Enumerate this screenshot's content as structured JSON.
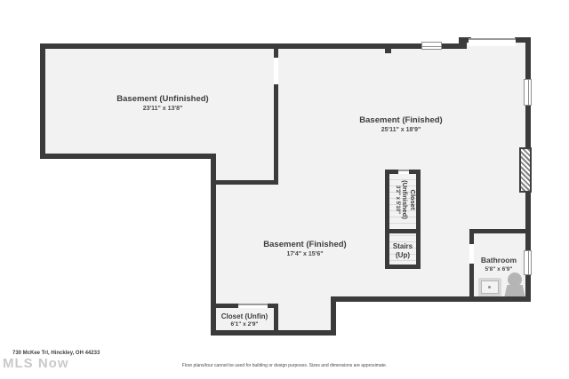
{
  "page": {
    "address": "730 McKee Trl, Hinckley, OH 44233",
    "watermark": "MLS Now",
    "disclaimer": "Floor plans/tour cannot be used for building or design purposes. Sizes and dimensions are approximate."
  },
  "colors": {
    "wall": "#3b3b3b",
    "floor": "#f2f2f2",
    "background": "#ffffff",
    "fixture": "#b5b5b5",
    "watermark": "#c9c9c9",
    "label": "#3d3d3d",
    "window_frame": "#8f8f8f",
    "tread_line": "#d9d9d9"
  },
  "rooms": {
    "basement_unfinished": {
      "name": "Basement (Unfinished)",
      "dims": "23'11\" x 13'8\""
    },
    "basement_finished_upper": {
      "name": "Basement (Finished)",
      "dims": "25'11\" x 18'9\""
    },
    "basement_finished_lower": {
      "name": "Basement (Finished)",
      "dims": "17'4\" x 15'6\""
    },
    "closet_unfinished": {
      "line1": "Closet",
      "line2": "(Unfinished)",
      "dims": "3'2\" x 5'10\""
    },
    "stairs": {
      "name": "Stairs",
      "sub": "(Up)"
    },
    "bathroom": {
      "name": "Bathroom",
      "dims": "5'8\" x 6'9\""
    },
    "closet_unfin": {
      "name": "Closet (Unfin)",
      "dims": "6'1\" x 2'9\""
    }
  },
  "fixtures": {
    "sink": "sink",
    "toilet": "toilet"
  }
}
